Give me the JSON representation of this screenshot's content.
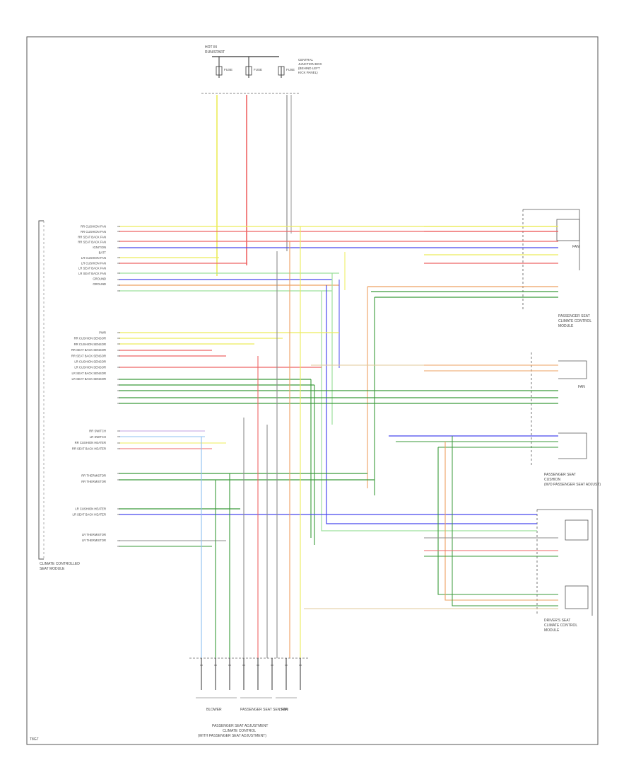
{
  "diagram": {
    "top_source": {
      "title": [
        "HOT IN",
        "RUN/START"
      ],
      "fuses": [
        "FUSE",
        "FUSE",
        "FUSE"
      ],
      "label": [
        "CENTRAL",
        "JUNCTION BOX",
        "(BEHIND LEFT",
        "KICK PANEL)"
      ]
    },
    "left_module": {
      "label": [
        "CLIMATE CONTROLLED",
        "SEAT MODULE"
      ],
      "section1": [
        "RR CUSHION FAN",
        "RR CUSHION FAN",
        "RR SEAT BACK FAN",
        "RR SEAT BACK FAN",
        "IGNITION",
        "BATT",
        "LR CUSHION FAN",
        "LR CUSHION FAN",
        "LR SEAT BACK FAN",
        "LR SEAT BACK FAN",
        "GROUND",
        "GROUND"
      ],
      "section2": [
        "PWR",
        "RR CUSHION SENSOR",
        "RR CUSHION SENSOR",
        "RR SEAT BACK SENSOR",
        "RR SEAT BACK SENSOR",
        "LR CUSHION SENSOR",
        "LR CUSHION SENSOR",
        "LR SEAT BACK SENSOR",
        "LR SEAT BACK SENSOR"
      ],
      "section3": [
        "RR SWITCH",
        "LR SWITCH",
        "RR CUSHION HEATER",
        "RR SEAT BACK HEATER",
        "RR THERMISTOR",
        "RR THERMISTOR",
        "LR CUSHION HEATER",
        "LR SEAT BACK HEATER",
        "LR THERMISTOR",
        "LR THERMISTOR"
      ]
    },
    "right_components": [
      {
        "label": [
          "PASSENGER SEAT",
          "CLIMATE CONTROL",
          "MODULE"
        ]
      },
      {
        "label": [
          "FAN"
        ]
      },
      {
        "label": [
          "PASSENGER SEAT",
          "CUSHION",
          "(W/O PASSENGER SEAT ADJUST)"
        ]
      },
      {
        "label": [
          "FAN"
        ]
      },
      {
        "label": [
          "DRIVER'S SEAT",
          "CLIMATE CONTROL",
          "MODULE"
        ]
      }
    ],
    "bottom": {
      "labels": [
        "BLOWER",
        "PASSENGER SEAT SENSOR",
        "FAN"
      ],
      "caption": [
        "PASSENGER SEAT ADJUSTMENT",
        "CLIMATE CONTROL",
        "(WITH PASSENGER SEAT ADJUSTMENT)"
      ]
    },
    "footer_code": "T8G7"
  },
  "wire_colors": {
    "yellow": "#ecec5a",
    "red": "#ee6464",
    "blue": "#4848ee",
    "green": "#3a9a3a",
    "lightgreen": "#9ce09c",
    "orange": "#eea060",
    "violet": "#c0a0e0",
    "gray": "#8c8c8c",
    "lightblue": "#8cc0f0",
    "tan": "#e0c89a"
  }
}
